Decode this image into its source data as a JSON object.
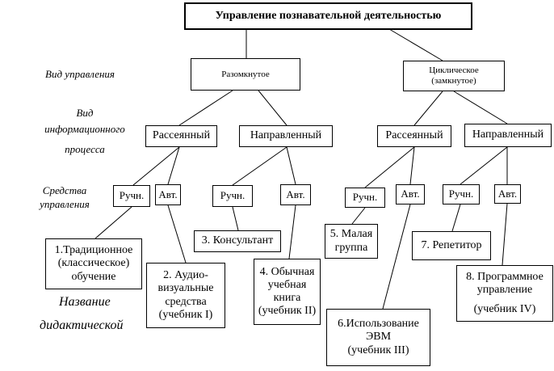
{
  "title": "Управление познавательной деятельностью",
  "side_labels": {
    "control_type": "Вид управления",
    "info_process": [
      "Вид",
      "информационного",
      "процесса"
    ],
    "control_means": [
      "Средства",
      "управления"
    ],
    "didactic_name": [
      "Название",
      "дидактической"
    ]
  },
  "level1": {
    "open": "Разомкнутое",
    "cyclic": [
      "Циклическое",
      "(замкнутое)"
    ]
  },
  "level2": {
    "scattered_left": "Рассеянный",
    "directed_left": "Направленный",
    "scattered_right": "Рассеянный",
    "directed_right": "Направленный"
  },
  "level3": {
    "manual": "Ручн.",
    "auto": "Авт."
  },
  "systems": {
    "traditional": [
      "1.Традиционное",
      "(классическое)",
      "обучение"
    ],
    "audiovisual": [
      "2. Аудио-",
      "визуальные",
      "средства",
      "(учебник I)"
    ],
    "consultant": "3. Консультант",
    "ordinary_book": [
      "4. Обычная",
      "учебная",
      "книга",
      "(учебник II)"
    ],
    "small_group": [
      "5. Малая",
      "группа"
    ],
    "computer": [
      "6.Использование",
      "ЭВМ",
      "(учебник III)"
    ],
    "tutor": "7. Репетитор",
    "programmed": [
      "8. Программное",
      "управление",
      "(учебник IV)"
    ]
  }
}
